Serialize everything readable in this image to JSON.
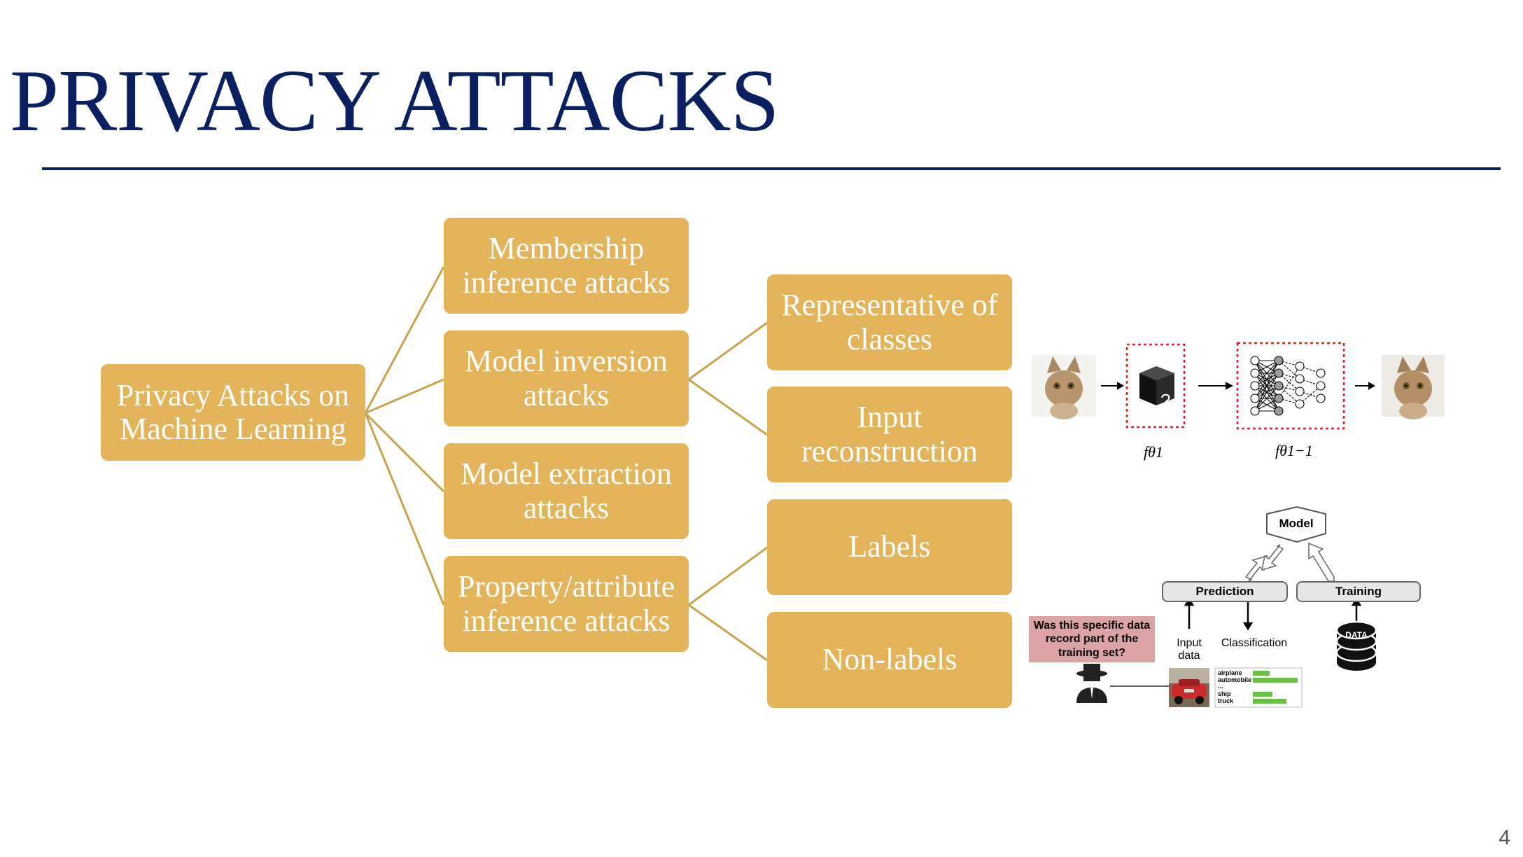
{
  "title": "PRIVACY ATTACKS",
  "tree": {
    "root": "Privacy Attacks on Machine Learning",
    "children": [
      "Membership inference attacks",
      "Model inversion attacks",
      "Model extraction attacks",
      "Property/attribute inference attacks"
    ],
    "inversion_sub": [
      "Representative of classes",
      "Input reconstruction"
    ],
    "property_sub": [
      "Labels",
      "Non-labels"
    ]
  },
  "inversion_figure": {
    "f_label": "fθ1",
    "f_inv_label": "fθ1−1",
    "question_mark": "?"
  },
  "membership_figure": {
    "model": "Model",
    "prediction": "Prediction",
    "training": "Training",
    "input_data": "Input data",
    "classification": "Classification",
    "data": "DATA",
    "question": "Was this specific data record part of the training set?",
    "classes": [
      "airplane",
      "automobile",
      "...",
      "ship",
      "truck"
    ]
  },
  "page_number": "4",
  "colors": {
    "title": "#0a2060",
    "box": "#e3b45a",
    "line": "#c9a24e"
  }
}
